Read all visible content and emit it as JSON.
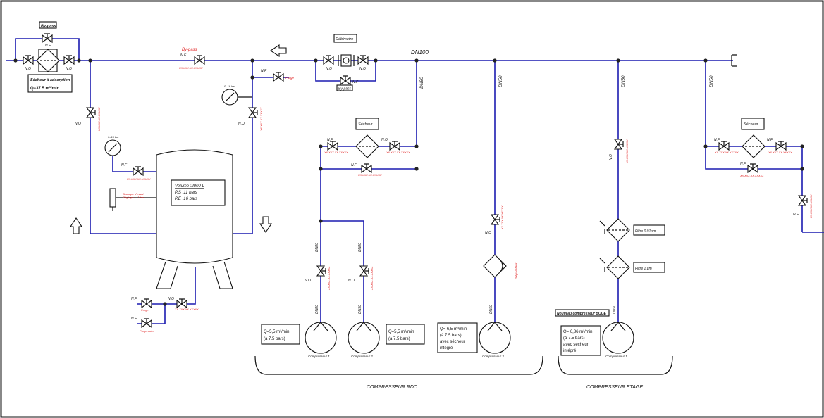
{
  "main_pipe": "DN100",
  "bypass_top": "By-pass",
  "bypass_main": "By-pass",
  "bypass_meter": "By-pass",
  "debitmetre": "Débimètre",
  "secheur_adsorption": "Sécheur à adsorption",
  "secheur_adsorption_flow": "Q=37.5 m³/min",
  "nf": "N.F",
  "no": "N.O",
  "purge": "Purge",
  "purge_auto": "Purge auto.",
  "purge_right": "Purge",
  "gauge_range": "0–16 bar",
  "tank_volume": "Volume :2000 L",
  "tank_ps": "P.S :11 bars",
  "tank_pe": "P.E :16 bars",
  "soupape": "Soupape d'essai\nRéglage à 11 bar",
  "secheur": "Sécheur",
  "secheur_right": "Sécheur",
  "dn50": "DN50",
  "dn80": "DN80",
  "filtre_1": "Filtre 0,01µm",
  "filtre_2": "Filtre 1 µm",
  "separateur": "Séparateur",
  "comp1_flow": [
    "Q=5,5 m³/min",
    "(à 7.5 bars)"
  ],
  "comp2_flow": [
    "Q=5,5 m³/min",
    "(à 7.5 bars)"
  ],
  "comp3_flow": [
    "Q= 6,5 m³/min",
    "(à 7.5 bars)",
    "avec sécheur",
    "intégré"
  ],
  "comp_etage_flow": [
    "Q= 6,86 m³/min",
    "(à 7.5 bars)",
    "avec sécheur",
    "intégré"
  ],
  "compresseur_1": "Compresseur 1",
  "compresseur_2": "Compresseur 2",
  "compresseur_3": "Compresseur 3",
  "compresseur_e1": "Compresseur 1",
  "nouveau_compresseur": "Nouveau compresseur BOGE",
  "group_rdc": "COMPRESSEUR RDC",
  "group_etage": "COMPRESSEUR ETAGE",
  "red_code": "XX.XXX.XX.XXXXX",
  "colors": {
    "pipe": "#1c1cb0",
    "tag": "#e02020",
    "line": "#111111"
  }
}
